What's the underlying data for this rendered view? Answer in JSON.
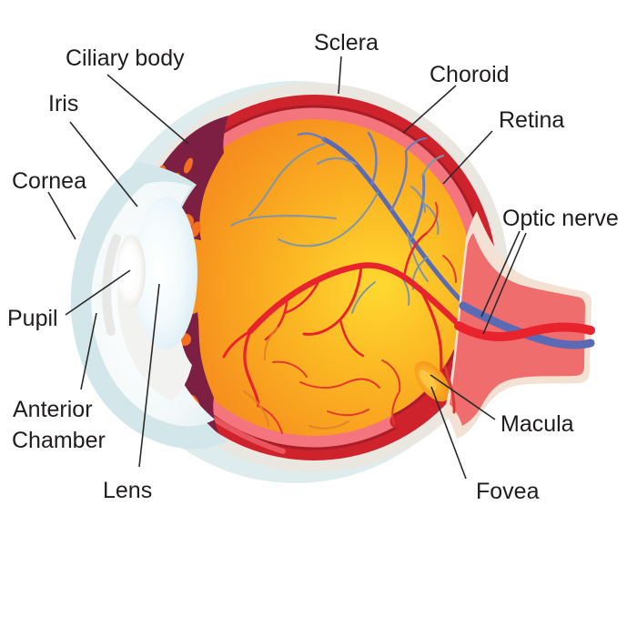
{
  "labels": {
    "ciliary_body": "Ciliary body",
    "iris": "Iris",
    "cornea": "Cornea",
    "pupil": "Pupil",
    "anterior_chamber_line1": "Anterior",
    "anterior_chamber_line2": "Chamber",
    "lens": "Lens",
    "sclera": "Sclera",
    "choroid": "Choroid",
    "retina": "Retina",
    "optic_nerve": "Optic nerve",
    "macula": "Macula",
    "fovea": "Fovea"
  },
  "palette": {
    "background": "#ffffff",
    "halo": "#dfecee",
    "sclera": "#eae6e0",
    "choroid": "#ce222c",
    "choroid_dark_line": "#a81d26",
    "retina": "#f4757d",
    "vitreous_inner": "#ffd930",
    "vitreous_mid": "#fbb322",
    "vitreous_outer": "#f2821c",
    "ciliary_body": "#7c1f42",
    "ciliary_flame": "#f26f21",
    "cornea_outer": "#d3e7ea",
    "cornea_inner": "#ecf5f7",
    "anterior_chamber": "#f2f2f0",
    "chamber_shade": "#dddcd9",
    "lens_edge": "#cbe4ee",
    "pupil_rim": "#d2d0cc",
    "nerve_sheath": "#f3e2d3",
    "nerve_core": "#ef6d6d",
    "vein": "#5a6ab4",
    "vein_branch": "#6a7dc0",
    "vein_gray": "#8095a9",
    "artery": "#e8232e",
    "artery_thin": "#e5372f",
    "vessel_orange": "#e07f2a",
    "macula_outer": "#e8871b",
    "macula_mid": "#f7a01d",
    "macula_inner": "#ffc844",
    "label_color": "#1f1c1d",
    "leader_line": "#2a2a2a"
  }
}
